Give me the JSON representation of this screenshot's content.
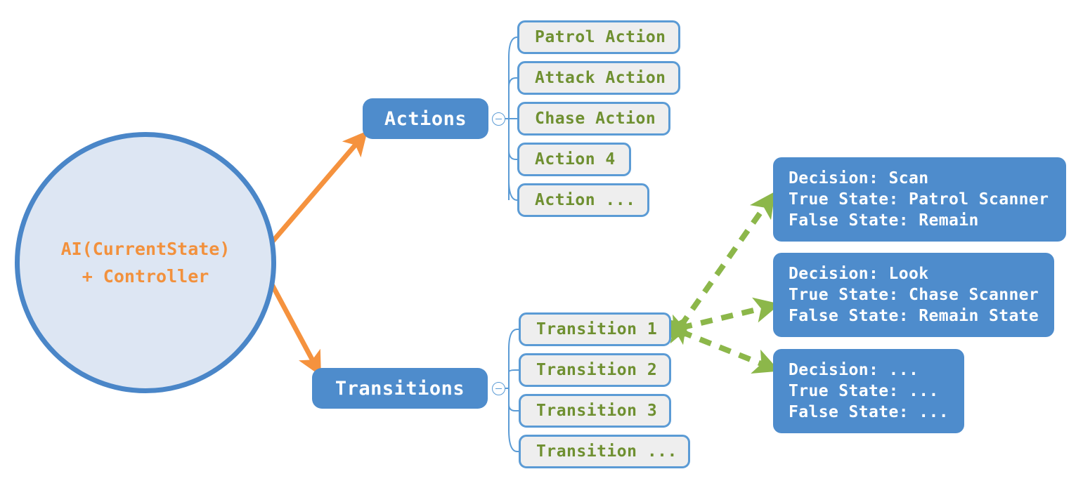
{
  "diagram": {
    "title": "AI state machine structure",
    "colors": {
      "background": "#ffffff",
      "branch_blue": "#4e8ccc",
      "circle_fill": "#dde6f3",
      "circle_stroke": "#4a86c8",
      "leaf_fill": "#eeeeee",
      "leaf_stroke": "#5b9bd5",
      "leaf_text": "#6f9031",
      "root_text": "#f2913d",
      "orange_arrow": "#f5923e",
      "green_arrow": "#8cb74a",
      "connector_line": "#5b9bd5"
    }
  },
  "root": {
    "line1": "AI(CurrentState)",
    "line2": "+ Controller"
  },
  "branches": [
    {
      "label": "Actions",
      "toggle_glyph": "⊖"
    },
    {
      "label": "Transitions",
      "toggle_glyph": "⊖"
    }
  ],
  "actions": {
    "label": "Actions",
    "toggle_glyph": "⊖",
    "items": [
      {
        "label": "Patrol Action"
      },
      {
        "label": "Attack Action"
      },
      {
        "label": "Chase Action"
      },
      {
        "label": "Action 4"
      },
      {
        "label": "Action ..."
      }
    ]
  },
  "transitions": {
    "label": "Transitions",
    "toggle_glyph": "⊖",
    "items": [
      {
        "label": "Transition 1"
      },
      {
        "label": "Transition 2"
      },
      {
        "label": "Transition 3"
      },
      {
        "label": "Transition ..."
      }
    ]
  },
  "decisions": [
    {
      "decision": "Decision: Scan",
      "true_state": "True State: Patrol Scanner",
      "false_state": "False State: Remain"
    },
    {
      "decision": "Decision: Look",
      "true_state": "True State: Chase Scanner",
      "false_state": "False State: Remain State"
    },
    {
      "decision": "Decision: ...",
      "true_state": "True State: ...",
      "false_state": "False State: ..."
    }
  ]
}
